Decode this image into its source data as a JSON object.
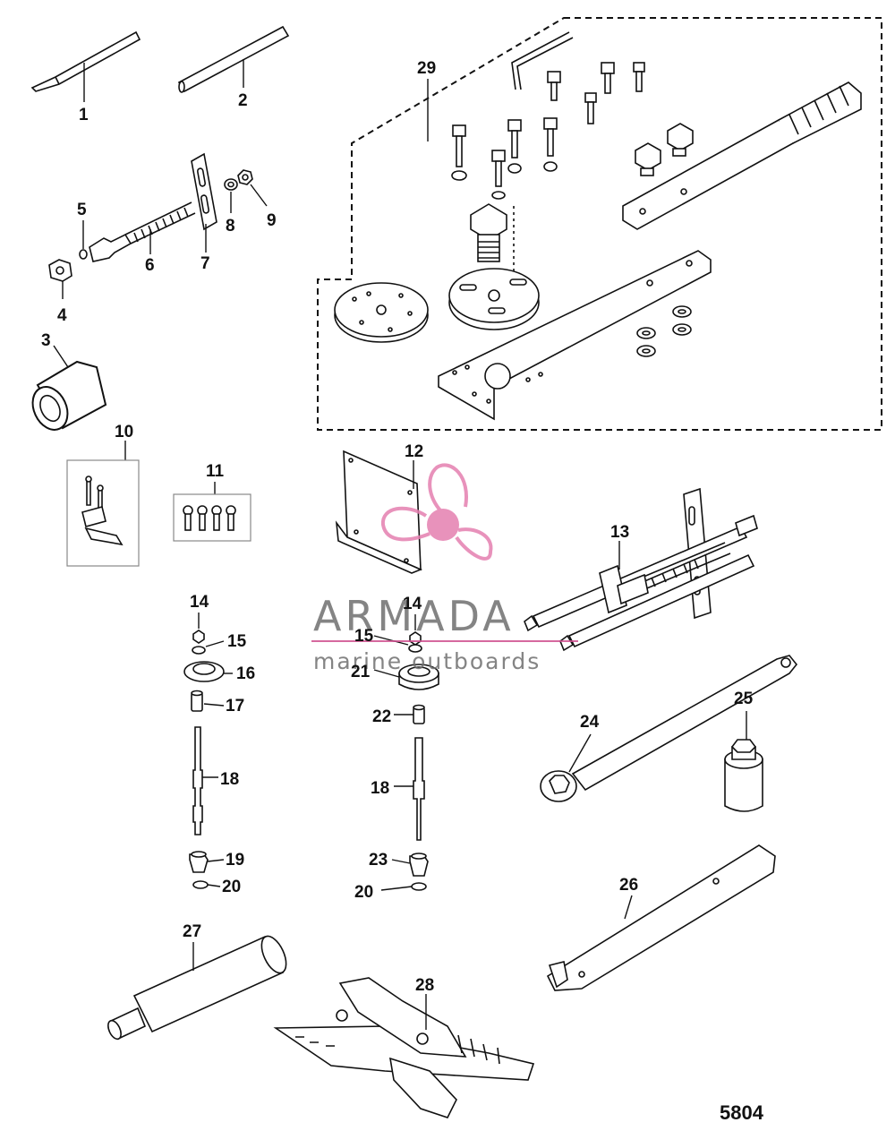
{
  "figure": {
    "number": "5804"
  },
  "watermark": {
    "brand": "ARMADA",
    "tagline": "marine outboards",
    "colors": {
      "pink": "#e57fb0",
      "pink_dark": "#cf4f8f",
      "gray": "#6f6f6f"
    }
  },
  "callouts": {
    "c1": "1",
    "c2": "2",
    "c3": "3",
    "c4": "4",
    "c5": "5",
    "c6": "6",
    "c7": "7",
    "c8": "8",
    "c9": "9",
    "c10": "10",
    "c11": "11",
    "c12": "12",
    "c13": "13",
    "c14a": "14",
    "c14b": "14",
    "c15a": "15",
    "c15b": "15",
    "c16": "16",
    "c17": "17",
    "c18a": "18",
    "c18b": "18",
    "c19": "19",
    "c20a": "20",
    "c20b": "20",
    "c21": "21",
    "c22": "22",
    "c23": "23",
    "c24": "24",
    "c25": "25",
    "c26": "26",
    "c27": "27",
    "c28": "28",
    "c29": "29"
  }
}
